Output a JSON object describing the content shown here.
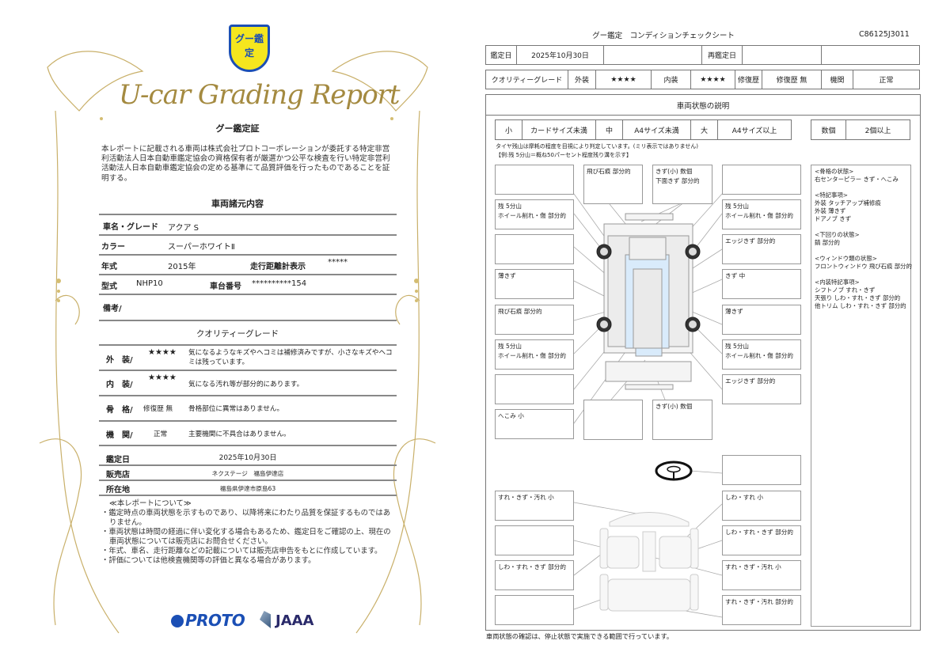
{
  "certificate": {
    "logo_text": "グー鑑定",
    "script_title": "U-car Grading Report",
    "heading": "グー鑑定証",
    "intro": "本レポートに記載される車両は株式会社プロトコーポレーションが委託する特定非営利活動法人日本自動車鑑定協会の資格保有者が厳選かつ公平な検査を行い特定非営利活動法人日本自動車鑑定協会の定める基準にて品質評価を行ったものであることを証明する。",
    "specs_heading": "車両諸元内容",
    "specs": {
      "name_label": "車名・グレード",
      "name": "アクア S",
      "color_label": "カラー",
      "color": "スーパーホワイトⅡ",
      "year_label": "年式",
      "year": "2015年",
      "odometer_label": "走行距離計表示",
      "odometer": "*****",
      "model_label": "型式",
      "model": "NHP10",
      "chassis_label": "車台番号",
      "chassis": "**********154",
      "remarks_label": "備考/"
    },
    "grade_heading": "クオリティーグレード",
    "grades": [
      {
        "label": "外　装/",
        "value": "★★★★",
        "desc": "気になるようなキズやヘコミは補修済みですが、小さなキズやヘコミは残っています。"
      },
      {
        "label": "内　装/",
        "value": "★★★★",
        "desc": "気になる汚れ等が部分的にあります。"
      },
      {
        "label": "骨　格/",
        "value": "修復歴 無",
        "desc": "骨格部位に異常はありません。"
      },
      {
        "label": "機　関/",
        "value": "正常",
        "desc": "主要機関に不具合はありません。"
      }
    ],
    "date_label": "鑑定日",
    "date": "2025年10月30日",
    "shop_label": "販売店",
    "shop": "ネクステージ　福島伊達店",
    "address_label": "所在地",
    "address": "福島県伊達市原島63",
    "disclaimer_title": "≪本レポートについて≫",
    "disclaimers": [
      "・鑑定時点の車両状態を示すものであり、以降将来にわたり品質を保証するものではありません。",
      "・車両状態は時間の経過に伴い変化する場合もあるため、鑑定日をご確認の上、現在の車両状態については販売店にお問合せください。",
      "・年式、車名、走行距離などの記載については販売店申告をもとに作成しています。",
      "・評価については他検査機関等の評価と異なる場合があります。"
    ],
    "logos": {
      "proto": "PROTO",
      "jaaa": "JAAA"
    },
    "colors": {
      "gold": "#a88c3c",
      "proto_blue": "#1b4fb5",
      "jaaa_navy": "#2a2a6a",
      "badge_yellow": "#f5e61e"
    }
  },
  "sheet": {
    "title": "グー鑑定　コンディションチェックシート",
    "id": "C86125J3011",
    "date_label": "鑑定日",
    "date": "2025年10月30日",
    "redate_label": "再鑑定日",
    "quality_label": "クオリティーグレード",
    "exterior_label": "外装",
    "exterior": "★★★★",
    "interior_label": "内装",
    "interior": "★★★★",
    "repair_label": "修復歴",
    "repair": "修復歴 無",
    "engine_label": "機関",
    "engine": "正常",
    "section_title": "車両状態の説明",
    "legend": [
      "小",
      "カードサイズ未満",
      "中",
      "A4サイズ未満",
      "大",
      "A4サイズ以上"
    ],
    "count_label": "数個",
    "count_value": "2個以上",
    "note1": "タイヤ残山は摩耗の程度を目視により判定しています。(ミリ表示ではありません)",
    "note2": "【例:残 5分山＝概ね50パーセント程度残り溝を示す】",
    "exterior_left": [
      "",
      "残 5分山\nホイール削れ・傷 部分的",
      "",
      "薄きず",
      "飛び石痕 部分的",
      "残 5分山\nホイール削れ・傷 部分的",
      "",
      "へこみ 小"
    ],
    "exterior_right": [
      "",
      "残 5分山\nホイール削れ・傷 部分的",
      "エッジきず 部分的",
      "きず 中",
      "薄きず",
      "残 5分山\nホイール削れ・傷 部分的",
      "エッジきず 部分的"
    ],
    "exterior_top": [
      "飛び石痕 部分的",
      "きず(小) 数個\n下面きず 部分的"
    ],
    "exterior_bottom": [
      "",
      "きず(小) 数個"
    ],
    "interior_left": [
      "すれ・きず・汚れ 小",
      "",
      "しわ・すれ・きず 部分的",
      ""
    ],
    "interior_right": [
      "",
      "しわ・すれ 小",
      "しわ・すれ・きず 部分的",
      "すれ・きず・汚れ 小",
      "すれ・きず・汚れ 部分的"
    ],
    "notes": [
      "<骨格の状態>",
      "右センターピラー きず・へこみ",
      "",
      "<特記事項>",
      "外装 タッチアップ補修痕",
      "外装 薄きず",
      "ドアノブ きず",
      "",
      "<下回りの状態>",
      "錆 部分的",
      "",
      "<ウィンドウ類の状態>",
      "フロントウィンドウ 飛び石痕 部分的",
      "",
      "<内装特記事項>",
      "シフトノブ すれ・きず",
      "天張り しわ・すれ・きず 部分的",
      "他トリム しわ・すれ・きず 部分的"
    ],
    "footer": "車両状態の確認は、停止状態で実施できる範囲で行っています。"
  }
}
